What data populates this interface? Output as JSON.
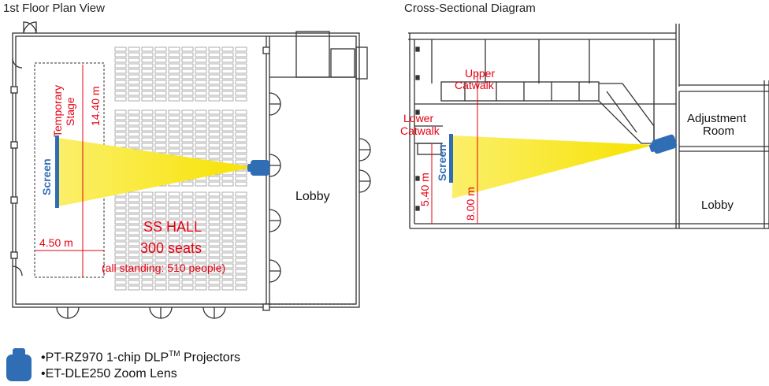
{
  "plan": {
    "title": "1st Floor Plan View",
    "screen": "Screen",
    "stage": "Temporary\nStage",
    "length_vertical": "14.40 m",
    "length_horizontal": "4.50 m",
    "lobby": "Lobby",
    "hall_name": "SS HALL",
    "hall_seats": "300 seats",
    "hall_standing": "(all standing: 510 people)"
  },
  "section": {
    "title": "Cross-Sectional Diagram",
    "upper_catwalk": "Upper\nCatwalk",
    "lower_catwalk": "Lower\nCatwalk",
    "screen": "Screen",
    "height_low": "5.40 m",
    "height_high": "8.00 m",
    "adjustment_room": "Adjustment\nRoom",
    "lobby": "Lobby"
  },
  "legend": {
    "line1": "•PT-RZ970 1-chip DLP",
    "line1_sup": "TM",
    "line1_tail": " Projectors",
    "line2": "•ET-DLE250 Zoom Lens"
  },
  "colors": {
    "projector": "#2f6db5",
    "beam": "#f7e200",
    "screen": "#2f6db5",
    "annotation": "#e60012",
    "wall": "#333333"
  }
}
